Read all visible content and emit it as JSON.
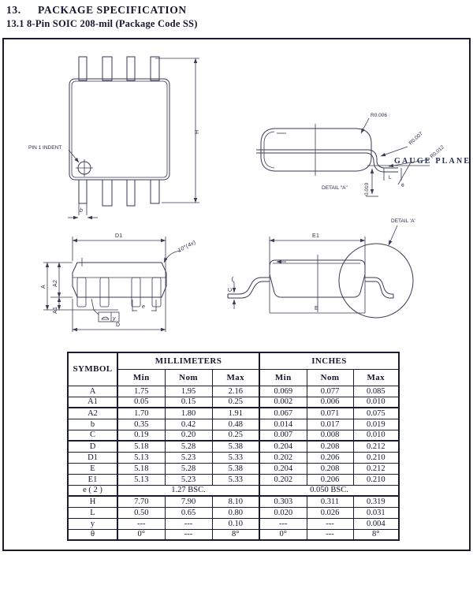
{
  "header": {
    "section_number": "13.",
    "section_title": "PACKAGE SPECIFICATION",
    "subsection_title": "13.1 8-Pin SOIC 208-mil (Package Code SS)"
  },
  "diagram_labels": {
    "pin1": "PIN 1 INDENT",
    "H": "H",
    "b": "b",
    "r006": "R0.006",
    "r007": "R0.007",
    "r012": "R0.012",
    "gauge_plane": "GAUGE PLANE",
    "detail_a_side": "DETAIL \"A\"",
    "dim_0010": "0.010",
    "L": "L",
    "theta": "θ",
    "D1": "D1",
    "D": "D",
    "A": "A",
    "A1": "A1",
    "A2": "A2",
    "e": "e",
    "angle_10_4x": "10°(4x)",
    "y": "y",
    "E1": "E1",
    "E": "E",
    "C": "C",
    "detail_a_end": "DETAIL 'A'"
  },
  "table": {
    "col_symbol": "SYMBOL",
    "col_mm": "MILLIMETERS",
    "col_in": "INCHES",
    "sub_cols": [
      "Min",
      "Nom",
      "Max",
      "Min",
      "Nom",
      "Max"
    ],
    "rows": [
      {
        "symbol": "A",
        "mm": [
          "1.75",
          "1.95",
          "2.16"
        ],
        "in": [
          "0.069",
          "0.077",
          "0.085"
        ]
      },
      {
        "symbol": "A1",
        "mm": [
          "0.05",
          "0.15",
          "0.25"
        ],
        "in": [
          "0.002",
          "0.006",
          "0.010"
        ]
      },
      {
        "symbol": "A2",
        "mm": [
          "1.70",
          "1.80",
          "1.91"
        ],
        "in": [
          "0.067",
          "0.071",
          "0.075"
        ]
      },
      {
        "symbol": "b",
        "mm": [
          "0.35",
          "0.42",
          "0.48"
        ],
        "in": [
          "0.014",
          "0.017",
          "0.019"
        ]
      },
      {
        "symbol": "C",
        "mm": [
          "0.19",
          "0.20",
          "0.25"
        ],
        "in": [
          "0.007",
          "0.008",
          "0.010"
        ]
      },
      {
        "symbol": "D",
        "mm": [
          "5.18",
          "5.28",
          "5.38"
        ],
        "in": [
          "0.204",
          "0.208",
          "0.212"
        ]
      },
      {
        "symbol": "D1",
        "mm": [
          "5.13",
          "5.23",
          "5.33"
        ],
        "in": [
          "0.202",
          "0.206",
          "0.210"
        ]
      },
      {
        "symbol": "E",
        "mm": [
          "5.18",
          "5.28",
          "5.38"
        ],
        "in": [
          "0.204",
          "0.208",
          "0.212"
        ]
      },
      {
        "symbol": "E1",
        "mm": [
          "5.13",
          "5.23",
          "5.33"
        ],
        "in": [
          "0.202",
          "0.206",
          "0.210"
        ]
      },
      {
        "symbol": "e ( 2 )",
        "mm_span": "1.27 BSC.",
        "in_span": "0.050 BSC."
      },
      {
        "symbol": "H",
        "mm": [
          "7.70",
          "7.90",
          "8.10"
        ],
        "in": [
          "0.303",
          "0.311",
          "0.319"
        ]
      },
      {
        "symbol": "L",
        "mm": [
          "0.50",
          "0.65",
          "0.80"
        ],
        "in": [
          "0.020",
          "0.026",
          "0.031"
        ]
      },
      {
        "symbol": "y",
        "mm": [
          "---",
          "---",
          "0.10"
        ],
        "in": [
          "---",
          "---",
          "0.004"
        ]
      },
      {
        "symbol": "θ",
        "mm": [
          "0°",
          "---",
          "8°"
        ],
        "in": [
          "0°",
          "---",
          "8°"
        ]
      }
    ]
  }
}
